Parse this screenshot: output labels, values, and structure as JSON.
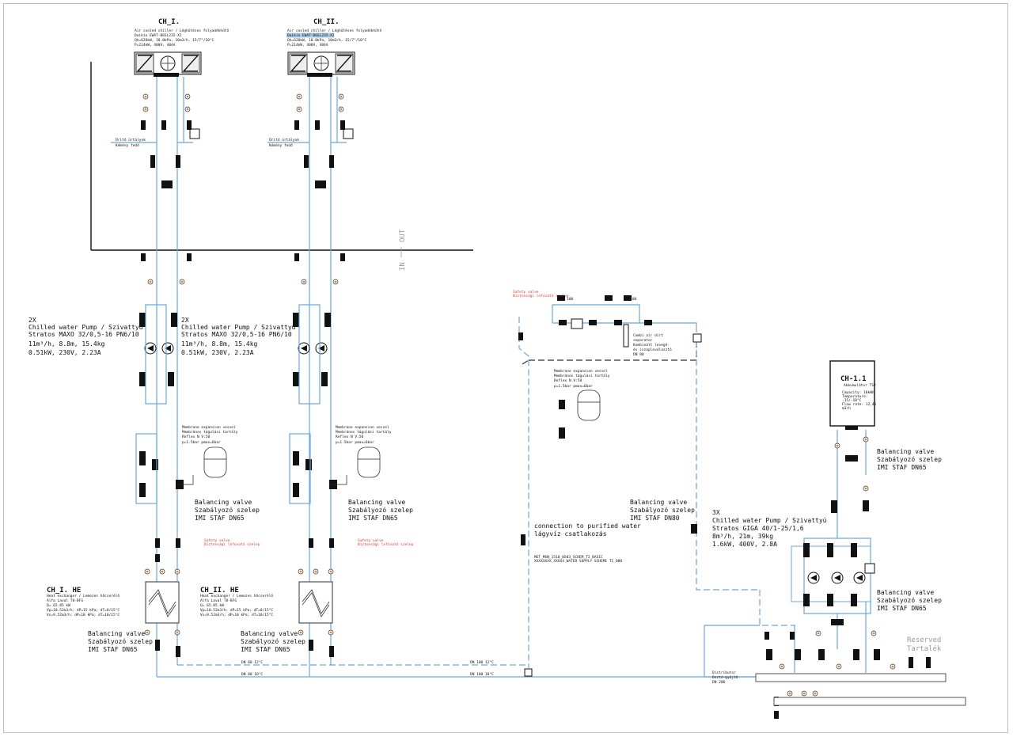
{
  "viewer": {
    "background": "#ffffff",
    "border_color": "#bdbdbd",
    "pipe_color": "#6aa8dc"
  },
  "chillers": [
    {
      "id": "CH_I.",
      "desc1": "Air cooled chiller / Léghűtéses folyadékhűtő",
      "desc2": "Daikin EWAT-B6SL235-X2",
      "desc3": "Qh=628kW, 18.0kPa, 10m3/h, 15/7°/10°C",
      "desc4": "P=214kW, 400V, 404A"
    },
    {
      "id": "CH_II.",
      "desc1": "Air cooled chiller / Léghűtéses folyadékhűtő",
      "desc2": "Daikin EWAT-B6SL235-X2",
      "desc3": "Qh=628kW, 18.0kPa, 10m3/h, 15/7°/10°C",
      "desc4": "P=214kW, 400V, 404A"
    }
  ],
  "drain_note_left": {
    "l1": "Ürítő ürtályok",
    "l2": "Kémény fedő"
  },
  "in_out": {
    "in": "IN",
    "out": "OUT"
  },
  "pumps_2x": [
    {
      "count": "2X",
      "title": "Chilled water Pump / Szivattyú",
      "model": "Stratos MAXO 32/0,5-16 PN6/10",
      "flow": "11m³/h, 8.8m, 15.4kg",
      "power": "0.51kW, 230V, 2.23A"
    },
    {
      "count": "2X",
      "title": "Chilled water Pump / Szivattyú",
      "model": "Stratos MAXO 32/0,5-16 PN6/10",
      "flow": "11m³/h, 8.8m, 15.4kg",
      "power": "0.51kW, 230V, 2.23A"
    }
  ],
  "expansion_vessels": [
    {
      "l1": "Membrane expansion vessel",
      "l2": "Membrános tágulási tartály",
      "l3": "Reflex N V:50",
      "l4": "p=1.5bar pmax=6bar"
    },
    {
      "l1": "Membrane expansion vessel",
      "l2": "Membrános tágulási tartály",
      "l3": "Reflex N V:50",
      "l4": "p=1.5bar pmax=6bar"
    },
    {
      "l1": "Membrane expansion vessel",
      "l2": "Membrános tágulási tartály",
      "l3": "Reflex N V:50",
      "l4": "p=1.5bar pmax=6bar"
    }
  ],
  "balancing": {
    "title": "Balancing valve",
    "hu": "Szabályozó szelep",
    "dn65": "IMI STAF DN65",
    "dn80": "IMI STAF DN80"
  },
  "safety_note": {
    "l1": "Safety valve",
    "l2": "Biztonsági lefúvató szelep"
  },
  "heat_exchangers": [
    {
      "id": "CH_I. HE",
      "l1": "Heat exchanger / Lemezes hőcserélő",
      "l2": "Alfa Laval T8-BFG",
      "l3": "Q= 65.85 kW",
      "l4": "Vp=10.52m3/h; dP=15 kPa; dT=8/15°C",
      "l5": "Vs=9.52m3/h; dP=10 kPa; dT=10/15°C"
    },
    {
      "id": "CH_II. HE",
      "l1": "Heat exchanger / Lemezes hőcserélő",
      "l2": "Alfa Laval T8-BFG",
      "l3": "Q= 65.85 kW",
      "l4": "Vp=10.52m3/h; dP=15 kPa; dT=8/15°C",
      "l5": "Vs=9.52m3/h; dP=10 kPa; dT=10/15°C"
    }
  ],
  "separator": {
    "l1": "Combi air dirt",
    "l2": "separator",
    "l3": "Kombinált levegő-",
    "l4": "és iszapleválasztó",
    "l5": "DN 80"
  },
  "purified": {
    "l1": "connection to purified water",
    "l2": "lágyvíz csatlakozás",
    "ref1": "MET_MSN_1510_0503_SCHEM_TI_BASIC",
    "ref2": "XXXXXXXX_XXXXX_WATER SUPPLY SCHEME TI_000"
  },
  "ch11": {
    "id": "CH-1.1",
    "l1": "Akkumulátor TSP",
    "l2": "Capacity: 10kWh",
    "l3": "Temperature:",
    "l4": "-15/-10°C",
    "l5": "Flow rate: 12,45",
    "l6": "m3/h"
  },
  "pump_3x": {
    "count": "3X",
    "title": "Chilled water Pump / Szivattyú",
    "model": "Stratos GIGA 40/1-25/1,6",
    "flow": "8m³/h, 21m, 39kg",
    "power": "1.6kW, 400V, 2.8A"
  },
  "reserved": {
    "l1": "Reserved",
    "l2": "Tartalék"
  },
  "distributor": {
    "l1": "Distributor",
    "l2": "Osztó-gyűjtő",
    "l3": "DN 200"
  },
  "pipe_labels": {
    "dn80_12": "DN 80 12°C",
    "dn80_10": "DN 80 10°C",
    "dn100_10": "DN 100 10°C",
    "dn100_12": "DN 100 12°C",
    "dn100": "DN 100"
  }
}
